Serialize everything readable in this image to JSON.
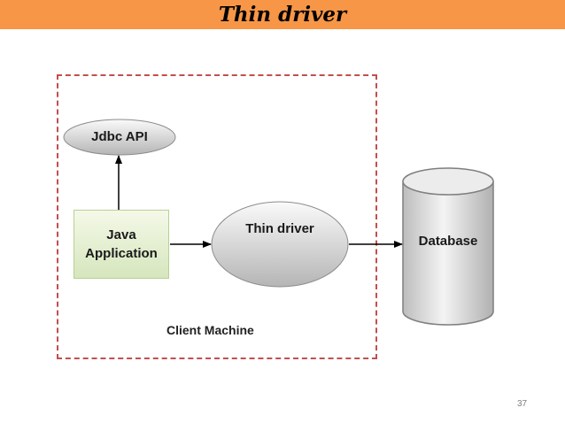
{
  "header": {
    "title": "Thin driver"
  },
  "diagram": {
    "boundary_label": "Client Machine",
    "nodes": {
      "jdbc_api": "Jdbc API",
      "java_application": "Java\nApplication",
      "thin_driver": "Thin driver",
      "database": "Database"
    },
    "edges": [
      {
        "from": "Java Application",
        "to": "Jdbc API"
      },
      {
        "from": "Java Application",
        "to": "Thin driver"
      },
      {
        "from": "Thin driver",
        "to": "Database"
      }
    ]
  },
  "footer": {
    "page_number": "37"
  },
  "colors": {
    "header_bar": "#f79646",
    "boundary_dash": "#c0504d",
    "application_fill": "#d6e6bd",
    "node_fill": "#d0d0d0"
  }
}
